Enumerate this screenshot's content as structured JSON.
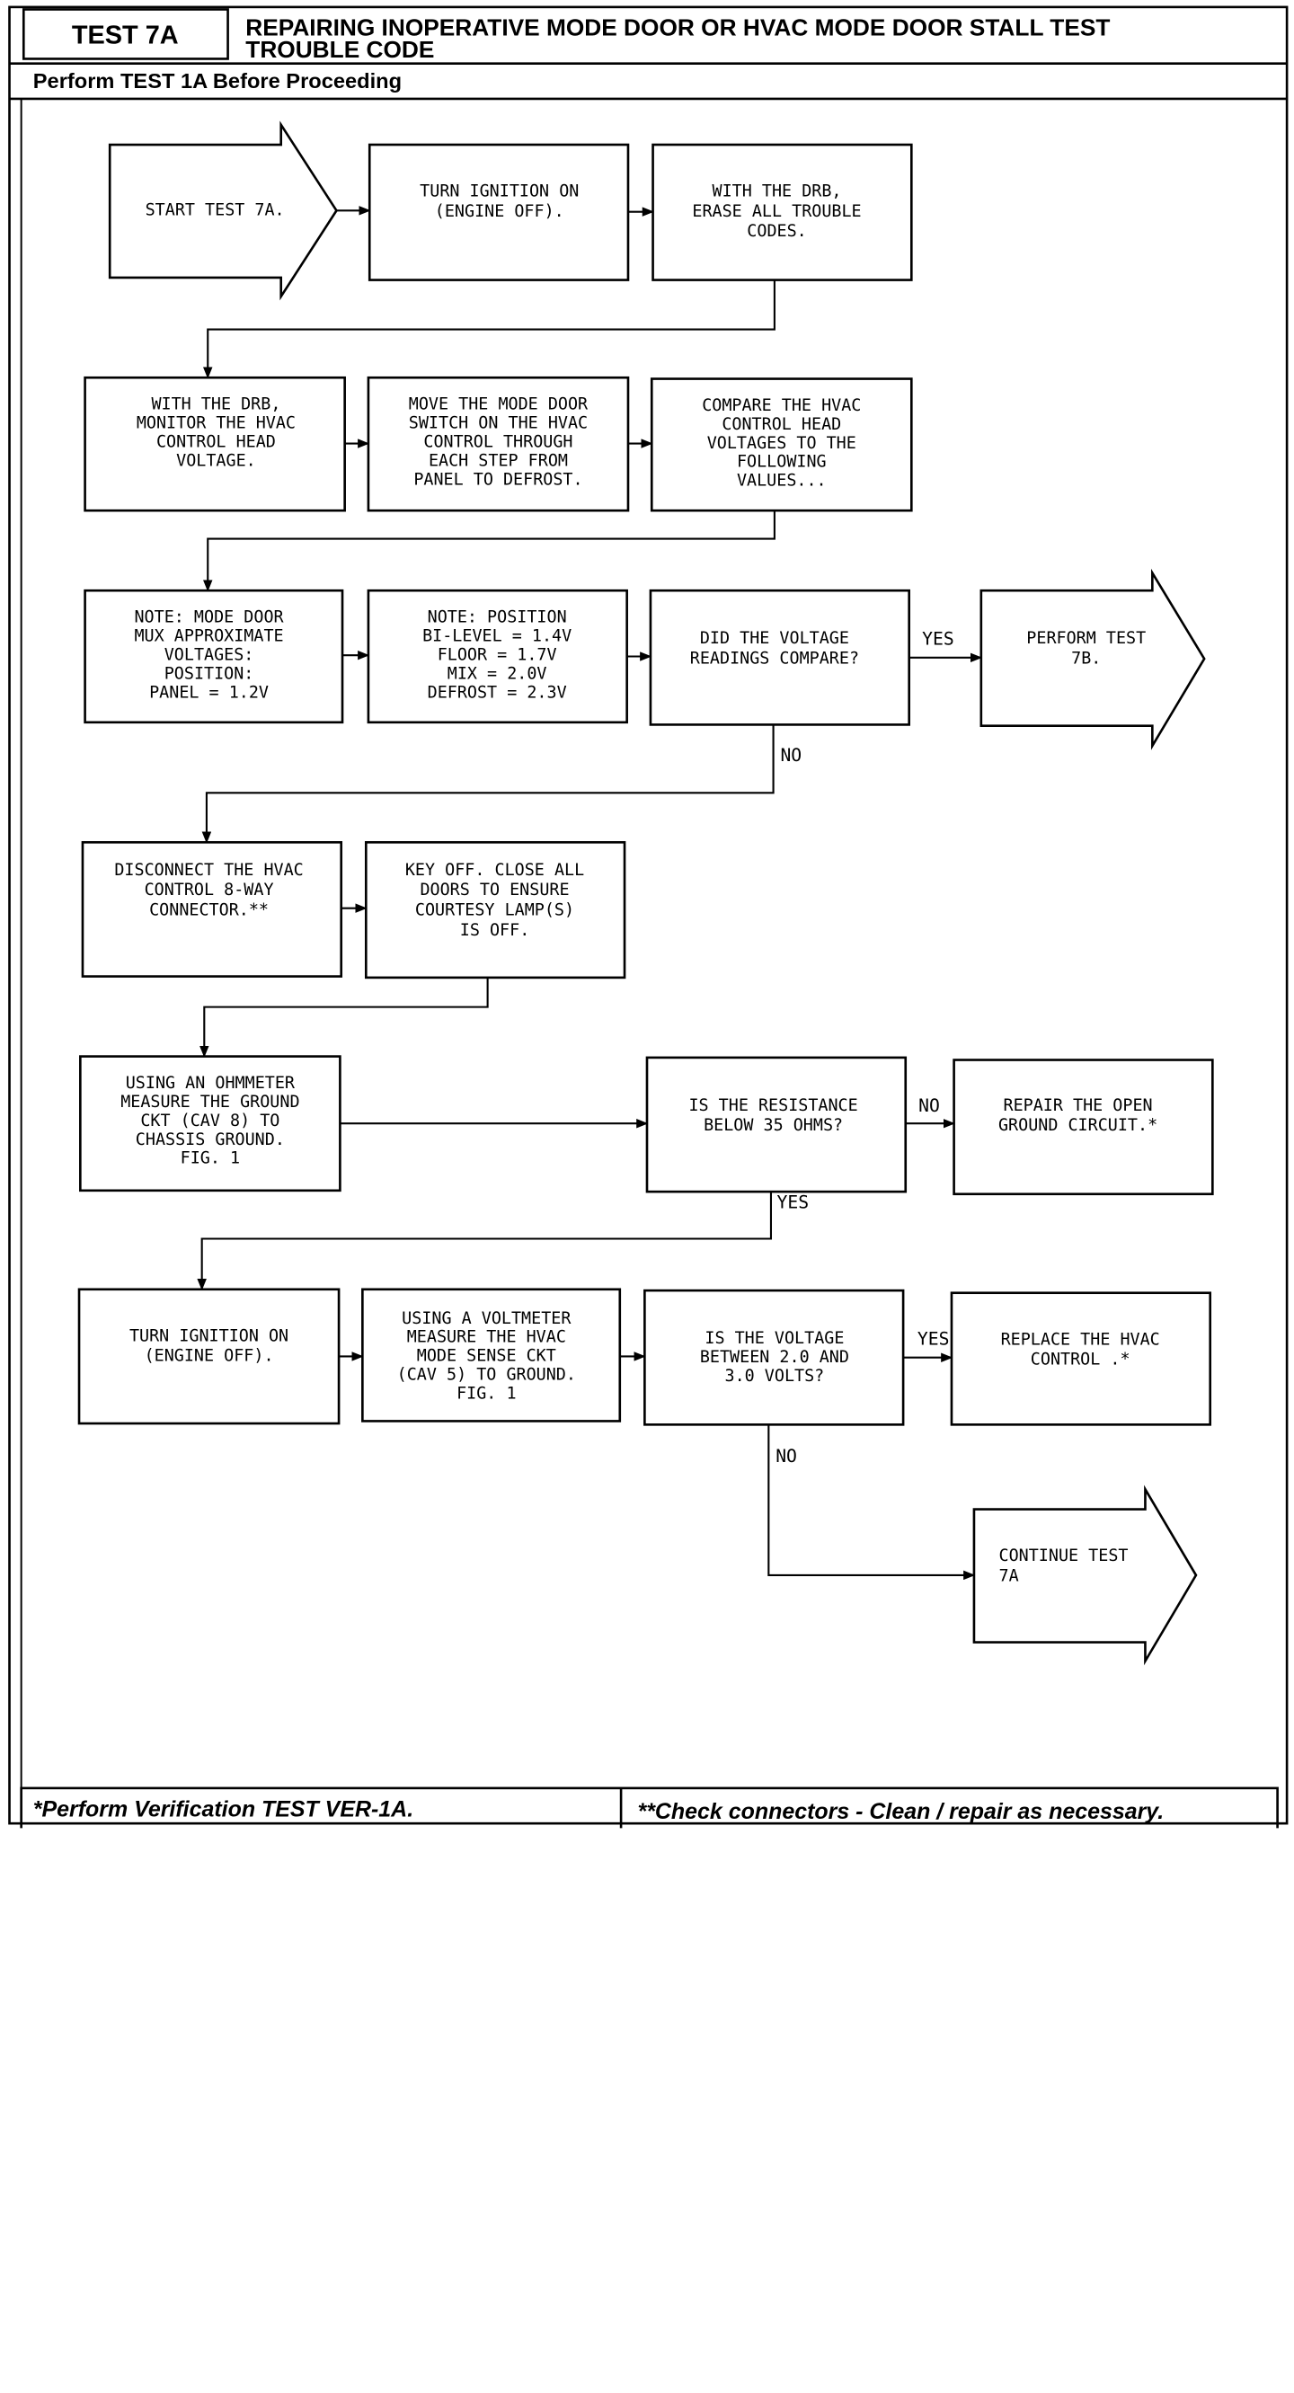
{
  "header": {
    "test_id": "TEST 7A",
    "title_line1": "REPAIRING INOPERATIVE MODE DOOR OR HVAC MODE DOOR STALL TEST",
    "title_line2": "TROUBLE CODE",
    "prereq": "Perform TEST 1A Before Proceeding"
  },
  "steps": {
    "start": [
      "START TEST 7A."
    ],
    "ignition_on_1": [
      "TURN IGNITION ON",
      "(ENGINE OFF)."
    ],
    "erase_codes": [
      "WITH THE DRB,",
      "ERASE ALL TROUBLE",
      "CODES."
    ],
    "monitor_voltage": [
      "WITH THE DRB,",
      "MONITOR THE HVAC",
      "CONTROL HEAD",
      "VOLTAGE."
    ],
    "move_switch": [
      "MOVE THE MODE DOOR",
      "SWITCH ON THE HVAC",
      "CONTROL THROUGH",
      "EACH STEP FROM",
      "PANEL TO DEFROST."
    ],
    "compare_voltages": [
      "COMPARE THE HVAC",
      "CONTROL HEAD",
      "VOLTAGES TO THE",
      "FOLLOWING",
      "VALUES..."
    ],
    "note_mux": [
      "NOTE: MODE DOOR",
      "MUX APPROXIMATE",
      "VOLTAGES:",
      "POSITION:",
      "PANEL = 1.2V"
    ],
    "note_position": [
      "NOTE: POSITION",
      "BI-LEVEL = 1.4V",
      "FLOOR = 1.7V",
      "MIX = 2.0V",
      "DEFROST = 2.3V"
    ],
    "did_compare": [
      "DID THE VOLTAGE",
      "READINGS COMPARE?"
    ],
    "perform_7b": [
      "PERFORM TEST",
      "7B."
    ],
    "disconnect": [
      "DISCONNECT THE HVAC",
      "CONTROL 8-WAY",
      "CONNECTOR.**"
    ],
    "key_off": [
      "KEY OFF. CLOSE ALL",
      "DOORS TO ENSURE",
      "COURTESY LAMP(S)",
      "IS OFF."
    ],
    "ohmmeter": [
      "USING AN OHMMETER",
      "MEASURE THE GROUND",
      "CKT (CAV 8) TO",
      "CHASSIS GROUND.",
      "FIG. 1"
    ],
    "resistance_q": [
      "IS THE RESISTANCE",
      "BELOW 35 OHMS?"
    ],
    "repair_ground": [
      "REPAIR THE OPEN",
      "GROUND CIRCUIT.*"
    ],
    "ignition_on_2": [
      "TURN IGNITION ON",
      "(ENGINE OFF)."
    ],
    "voltmeter": [
      "USING A VOLTMETER",
      "MEASURE THE HVAC",
      "MODE SENSE CKT",
      "(CAV 5) TO GROUND.",
      "FIG. 1"
    ],
    "voltage_q": [
      "IS THE VOLTAGE",
      "BETWEEN 2.0 AND",
      "3.0 VOLTS?"
    ],
    "replace_control": [
      "REPLACE THE HVAC",
      "CONTROL .*"
    ],
    "continue_7a": [
      "CONTINUE TEST",
      "7A"
    ]
  },
  "branch_labels": {
    "did_compare_yes": "YES",
    "did_compare_no": "NO",
    "resistance_no": "NO",
    "resistance_yes": "YES",
    "voltage_yes": "YES",
    "voltage_no": "NO"
  },
  "footer": {
    "left": "*Perform Verification TEST VER-1A.",
    "right": "**Check connectors - Clean / repair as necessary."
  }
}
